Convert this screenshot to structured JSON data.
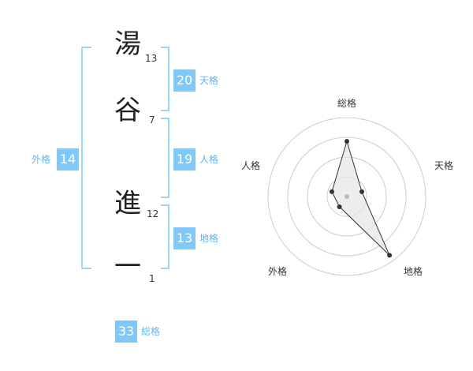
{
  "name": {
    "chars": [
      {
        "char": "湯",
        "strokes": "13"
      },
      {
        "char": "谷",
        "strokes": "7"
      },
      {
        "char": "進",
        "strokes": "12"
      },
      {
        "char": "一",
        "strokes": "1"
      }
    ]
  },
  "scores": {
    "tenkaku": {
      "value": "20",
      "label": "天格"
    },
    "jinkaku": {
      "value": "19",
      "label": "人格"
    },
    "chikaku": {
      "value": "13",
      "label": "地格"
    },
    "gaikaku": {
      "value": "14",
      "label": "外格"
    },
    "soukaku": {
      "value": "33",
      "label": "総格"
    }
  },
  "chart_data": {
    "type": "radar",
    "categories": [
      "総格",
      "天格",
      "地格",
      "外格",
      "人格"
    ],
    "values": [
      3.5,
      1.0,
      4.6,
      0.8,
      1.0
    ],
    "rmax": 5,
    "grid_rings": 4,
    "colors": {
      "line": "#333333",
      "fill": "#e6e6e6",
      "grid": "#cccccc",
      "point": "#333333",
      "center": "#bbbbbb"
    }
  },
  "colors": {
    "accent": "#7fc8f8",
    "bracket": "#7fc8f8",
    "label": "#5bb6ef"
  }
}
